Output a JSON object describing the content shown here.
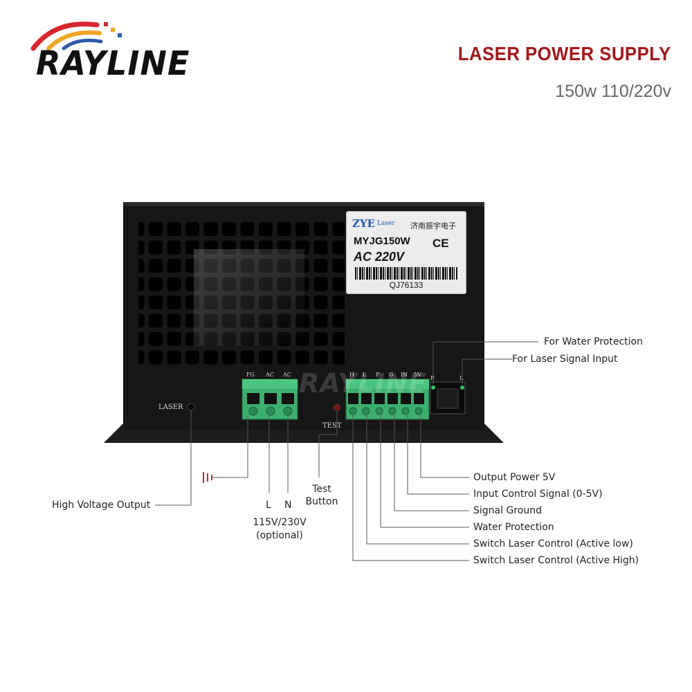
{
  "brand": {
    "name": "RAYLINE"
  },
  "header": {
    "title": "LASER POWER SUPPLY",
    "subtitle": "150w 110/220v"
  },
  "sticker": {
    "logo": "ZYE",
    "logo_sub": "Laser",
    "company_cn": "济南振宇电子",
    "model": "MYJG150W",
    "ce_mark": "CE",
    "voltage": "AC 220V",
    "serial": "QJ76133"
  },
  "device": {
    "laser_label": "LASER",
    "test_label": "TEST",
    "left_terminal_labels": [
      "FG",
      "AC",
      "AC"
    ],
    "right_terminal_labels": [
      "H",
      "L",
      "P",
      "G",
      "IN",
      "5V"
    ],
    "port_labels": [
      "P",
      "L"
    ]
  },
  "callouts": {
    "water_protection_port": "For Water Protection",
    "laser_signal_port": "For Laser Signal Input",
    "high_voltage_output": "High Voltage Output",
    "line": "L",
    "neutral": "N",
    "ac_voltage": "115V/230V",
    "ac_optional": "(optional)",
    "test_button_line1": "Test",
    "test_button_line2": "Button",
    "right_pins": [
      "Output Power 5V",
      "Input Control Signal (0-5V)",
      "Signal Ground",
      "Water Protection",
      "Switch Laser Control (Active low)",
      "Switch Laser Control (Active High)"
    ]
  },
  "colors": {
    "accent": "#a4161a",
    "terminal_green": "#3cae6d",
    "chassis": "#151515"
  }
}
